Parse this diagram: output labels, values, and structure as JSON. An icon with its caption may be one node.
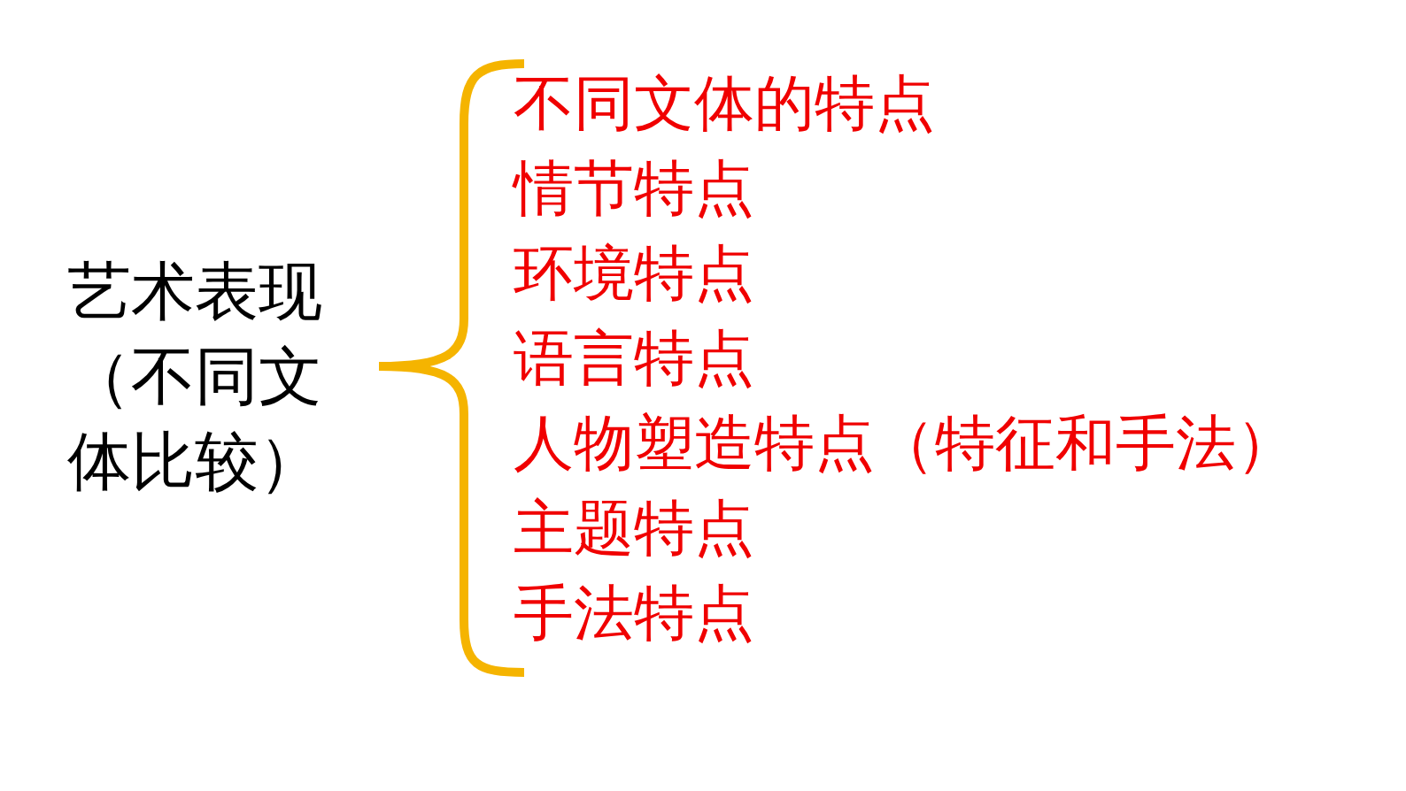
{
  "diagram": {
    "labels": [
      "艺术表现（不同文体比较）",
      "不同文体的特点",
      "情节特点",
      "环境特点",
      "语言特点",
      "人物塑造特点（特征和手法）",
      "主题特点",
      "手法特点"
    ]
  }
}
